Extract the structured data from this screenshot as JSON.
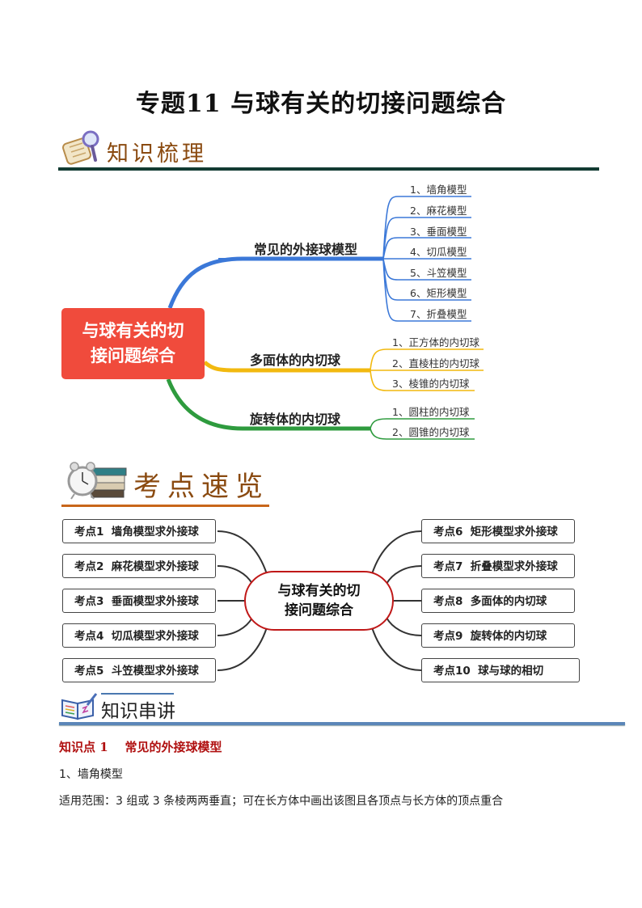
{
  "page_title": "专题11  与球有关的切接问题综合",
  "sections": {
    "knowledge_tree": {
      "heading": "知识梳理",
      "icon": "magnifier-notepad-icon"
    },
    "exam_points": {
      "heading": "考点速览",
      "icon": "alarm-clock-books-icon"
    },
    "knowledge_chain": {
      "heading": "知识串讲",
      "icon": "open-book-icon"
    }
  },
  "mindmap": {
    "root": {
      "line1": "与球有关的切",
      "line2": "接问题综合",
      "color": "#f04b3c"
    },
    "branches": [
      {
        "label": "常见的外接球模型",
        "color": "#3b78d8",
        "children": [
          "1、墙角模型",
          "2、麻花模型",
          "3、垂面模型",
          "4、切瓜模型",
          "5、斗笠模型",
          "6、矩形模型",
          "7、折叠模型"
        ]
      },
      {
        "label": "多面体的内切球",
        "color": "#f2b90f",
        "children": [
          "1、正方体的内切球",
          "2、直棱柱的内切球",
          "3、棱锥的内切球"
        ]
      },
      {
        "label": "旋转体的内切球",
        "color": "#2e9b3e",
        "children": [
          "1、圆柱的内切球",
          "2、圆锥的内切球"
        ]
      }
    ]
  },
  "exam_map": {
    "center": {
      "line1": "与球有关的切",
      "line2": "接问题综合",
      "border_color": "#c01818"
    },
    "left": [
      "考点1  墙角模型求外接球",
      "考点2  麻花模型求外接球",
      "考点3  垂面模型求外接球",
      "考点4  切瓜模型求外接球",
      "考点5  斗笠模型求外接球"
    ],
    "right": [
      "考点6  矩形模型求外接球",
      "考点7  折叠模型求外接球",
      "考点8  多面体的内切球",
      "考点9  旋转体的内切球",
      "考点10  球与球的相切"
    ]
  },
  "content": {
    "kp_heading": "知识点 1    常见的外接球模型",
    "sub_heading": "1、墙角模型",
    "paragraph": "适用范围：3 组或 3 条棱两两垂直；可在长方体中画出该图且各顶点与长方体的顶点重合"
  }
}
